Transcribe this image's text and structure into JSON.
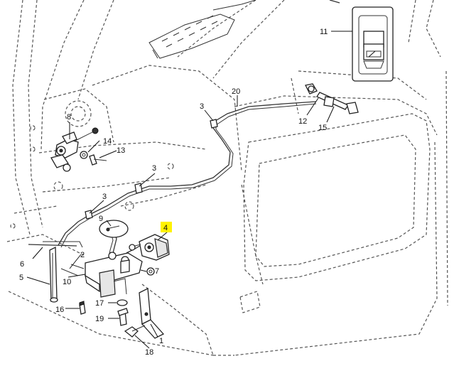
{
  "callouts": [
    {
      "id": "c1",
      "label": "1"
    },
    {
      "id": "c2",
      "label": "2"
    },
    {
      "id": "c3a",
      "label": "3"
    },
    {
      "id": "c3b",
      "label": "3"
    },
    {
      "id": "c3c",
      "label": "3"
    },
    {
      "id": "c4",
      "label": "4",
      "highlight": "#fff200"
    },
    {
      "id": "c5",
      "label": "5"
    },
    {
      "id": "c6",
      "label": "6"
    },
    {
      "id": "c7",
      "label": "7"
    },
    {
      "id": "c8",
      "label": "8"
    },
    {
      "id": "c9",
      "label": "9"
    },
    {
      "id": "c10",
      "label": "10"
    },
    {
      "id": "c11",
      "label": "11"
    },
    {
      "id": "c12",
      "label": "12"
    },
    {
      "id": "c13",
      "label": "13"
    },
    {
      "id": "c14",
      "label": "14"
    },
    {
      "id": "c15",
      "label": "15"
    },
    {
      "id": "c16",
      "label": "16"
    },
    {
      "id": "c17",
      "label": "17"
    },
    {
      "id": "c18",
      "label": "18"
    },
    {
      "id": "c19",
      "label": "19"
    },
    {
      "id": "c20",
      "label": "20"
    }
  ]
}
